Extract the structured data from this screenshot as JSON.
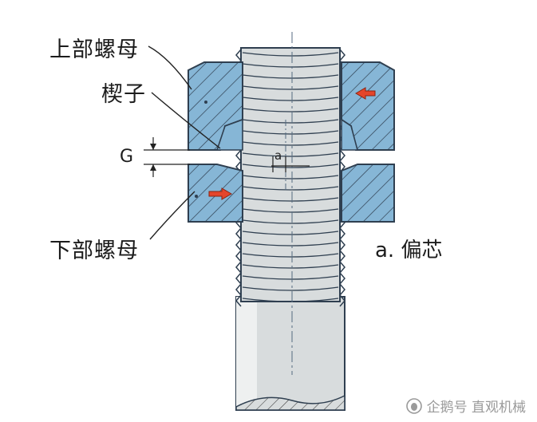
{
  "labels": {
    "upper_nut": "上部螺母",
    "wedge": "楔子",
    "gap": "G",
    "lower_nut": "下部螺母",
    "eccentric": "a. 偏芯",
    "eccentric_mark": "a"
  },
  "watermark": {
    "text": "企鹅号 直观机械",
    "icon": "penguin-logo-icon"
  },
  "colors": {
    "nut_fill": "#86b6d6",
    "bolt_fill": "#d8dcdd",
    "arrow": "#e4452b",
    "outline": "#2f3f50"
  }
}
